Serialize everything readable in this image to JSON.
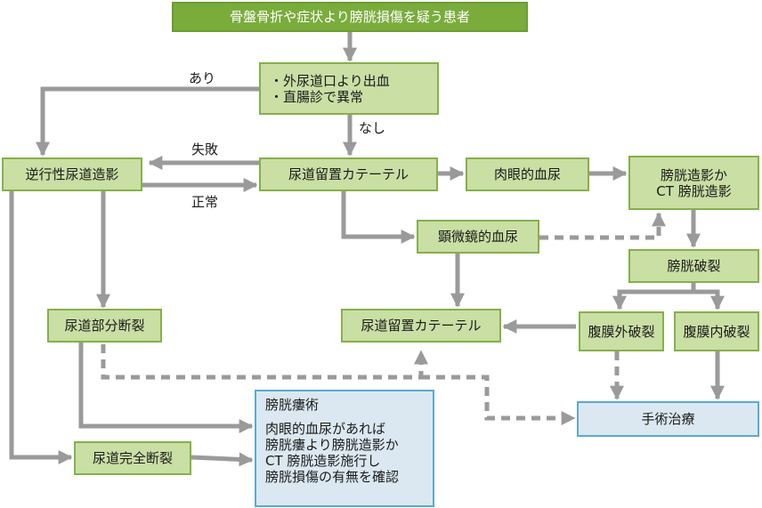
{
  "nodes": {
    "top": "骨盤骨折や症状より膀胱損傷を疑う患者",
    "check": [
      "・外尿道口より出血",
      "・直腸診で異常"
    ],
    "retro": "逆行性尿道造影",
    "cath1": "尿道留置カテーテル",
    "gross": "肉眼的血尿",
    "cysto": [
      "膀胱造影か",
      "CT 膀胱造影"
    ],
    "micro": "顕微鏡的血尿",
    "rupture": "膀胱破裂",
    "partial": "尿道部分断裂",
    "cath2": "尿道留置カテーテル",
    "extra": "腹膜外破裂",
    "intra": "腹膜内破裂",
    "fistula": [
      "膀胱瘻術",
      "肉眼的血尿があれば",
      "膀胱瘻より膀胱造影か",
      "CT 膀胱造影施行し",
      "膀胱損傷の有無を確認"
    ],
    "surgery": "手術治療",
    "complete": "尿道完全断裂"
  },
  "labels": {
    "ari": "あり",
    "nashi": "なし",
    "fail": "失敗",
    "normal": "正常"
  },
  "colors": {
    "green_fill": "#c9dfa4",
    "green_border": "#86b04a",
    "title_fill": "#7aac3c",
    "blue_fill": "#dbe8f1",
    "blue_border": "#5aa9d0",
    "arrow": "#9a9a9a"
  }
}
